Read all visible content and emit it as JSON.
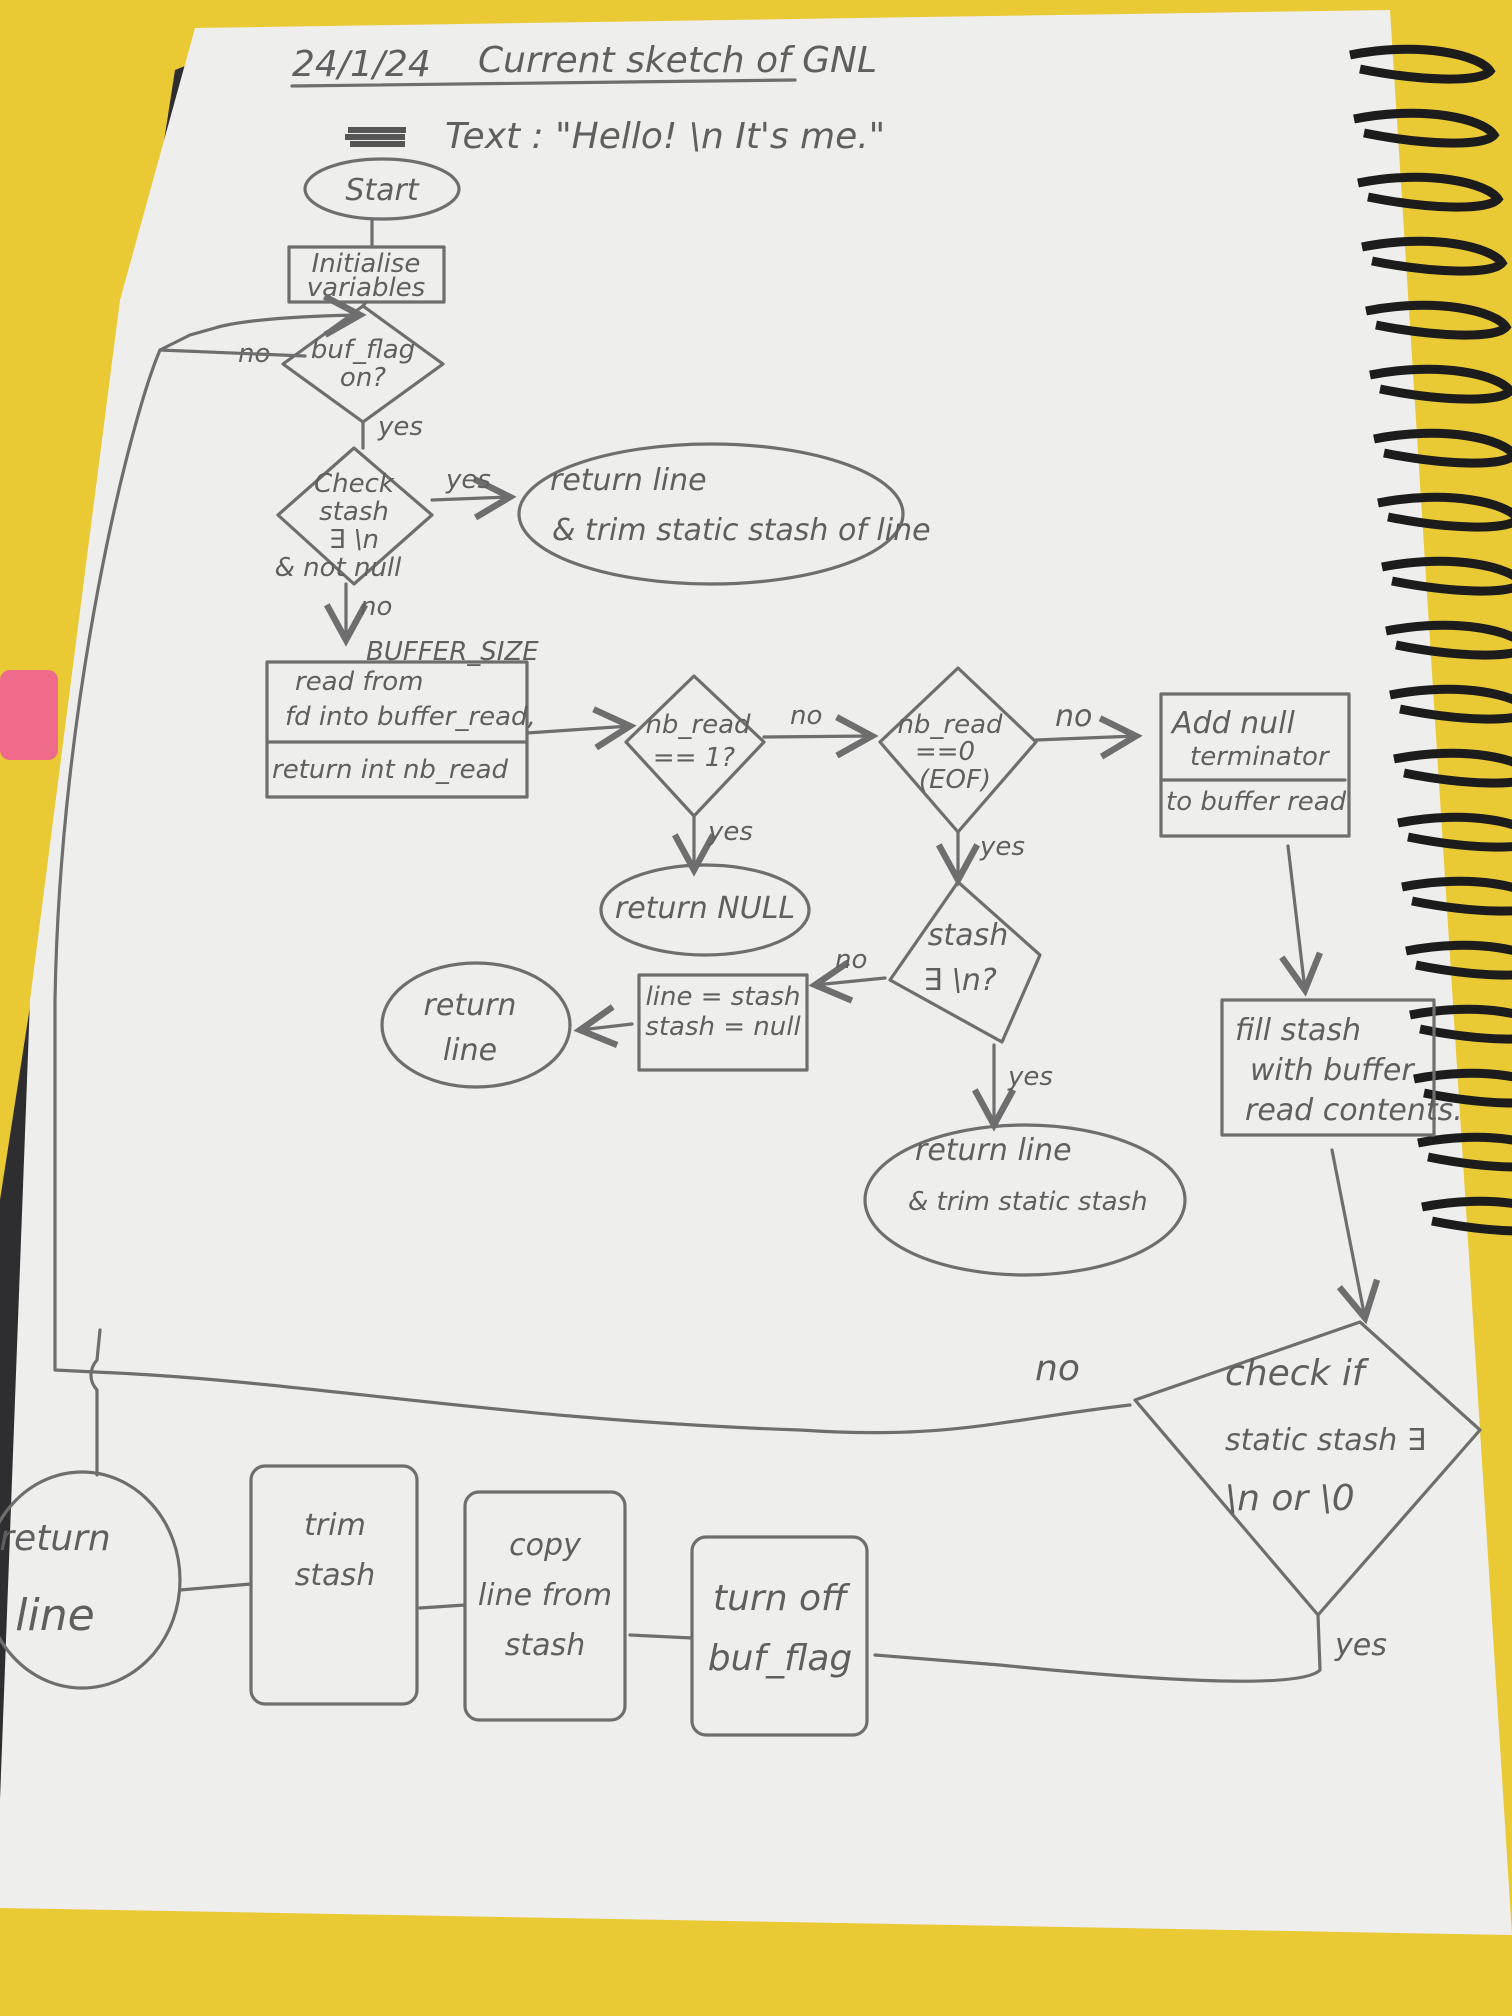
{
  "header": {
    "date": "24/1/24",
    "title": "Current sketch of GNL",
    "text_example": "Text : \"Hello! \\n It's me.\""
  },
  "nodes": {
    "start": "Start",
    "init": [
      "Initialise",
      "variables"
    ],
    "buf_flag": [
      "buf_flag",
      "on?"
    ],
    "check_stash": [
      "Check",
      "stash",
      "∃ \\n",
      "& not null"
    ],
    "return_line_trim": [
      "return line",
      "& trim static stash of line"
    ],
    "read_box_top": [
      "read from",
      "fd into buffer_read,"
    ],
    "read_box_bottom": "return int nb_read",
    "buffer_size": "BUFFER_SIZE",
    "nb_read_1": [
      "nb_read",
      "== 1?"
    ],
    "nb_read_0": [
      "nb_read",
      "==0",
      "(EOF)"
    ],
    "add_null": [
      "Add null",
      "terminator"
    ],
    "add_null_bottom": "to buffer read",
    "return_null": "return NULL",
    "stash_nl": [
      "stash",
      "∃ \\n?"
    ],
    "line_stash": [
      "line = stash",
      "stash = null"
    ],
    "return_line_small": [
      "return",
      "line"
    ],
    "return_line_trim2": [
      "return line",
      "& trim static stash"
    ],
    "fill_stash": [
      "fill stash",
      "with buffer",
      "read contents."
    ],
    "check_static": [
      "check if",
      "static stash ∃",
      "\\n or \\0"
    ],
    "return_line_big": [
      "return",
      "line"
    ],
    "trim_stash": [
      "trim",
      "stash"
    ],
    "copy_line": [
      "copy",
      "line from",
      "stash"
    ],
    "turn_off": [
      "turn off",
      "buf_flag"
    ]
  },
  "edge_labels": {
    "yes": "yes",
    "no": "no"
  },
  "colors": {
    "desk": "#e9c934",
    "paper": "#eeeeec",
    "ink": "#6e6e6e",
    "tab": "#f06a8a"
  }
}
